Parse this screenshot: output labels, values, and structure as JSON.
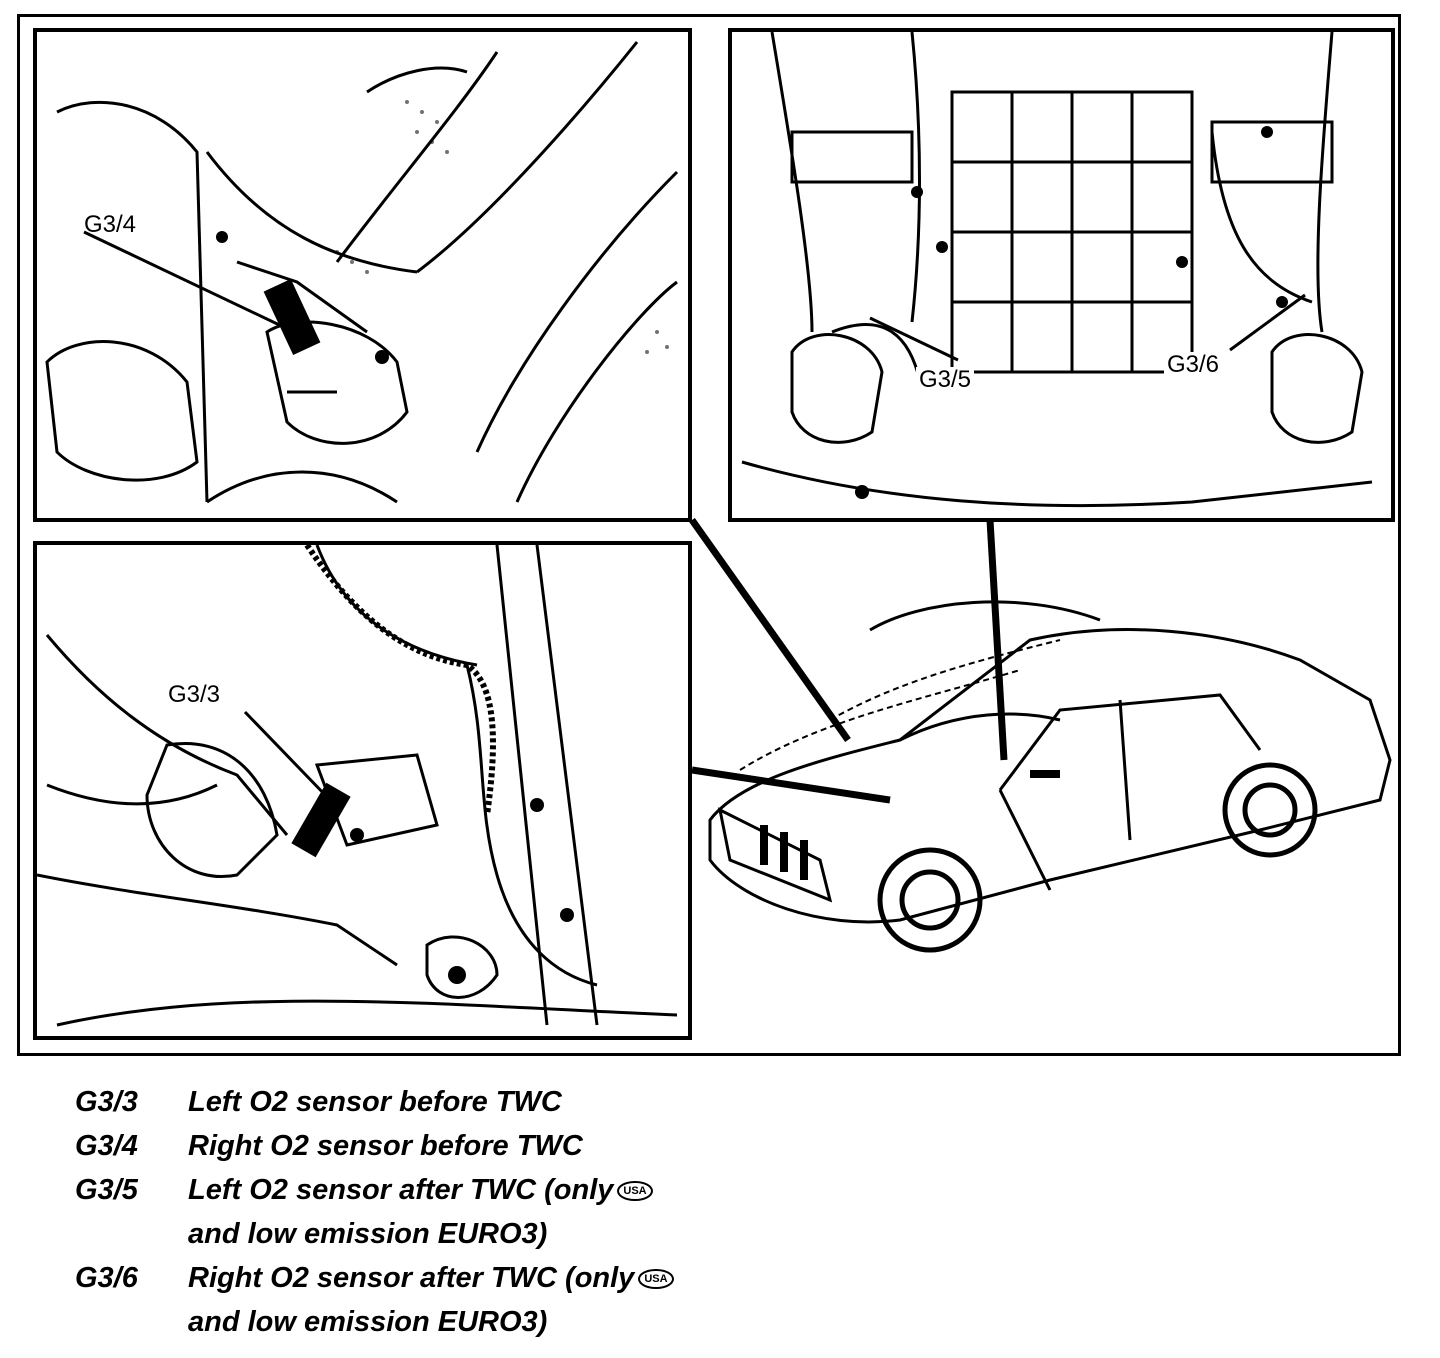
{
  "callouts": {
    "g3_4": "G3/4",
    "g3_3": "G3/3",
    "g3_5": "G3/5",
    "g3_6": "G3/6"
  },
  "legend": [
    {
      "code": "G3/3",
      "text": "Left O2 sensor before TWC"
    },
    {
      "code": "G3/4",
      "text": "Right O2 sensor before TWC"
    },
    {
      "code": "G3/5",
      "text": "Left O2 sensor after TWC (only",
      "badge": "USA",
      "continuation": "and low emission EURO3)"
    },
    {
      "code": "G3/6",
      "text": "Right O2 sensor after TWC (only",
      "badge": "USA",
      "continuation": "and low emission EURO3)"
    }
  ]
}
